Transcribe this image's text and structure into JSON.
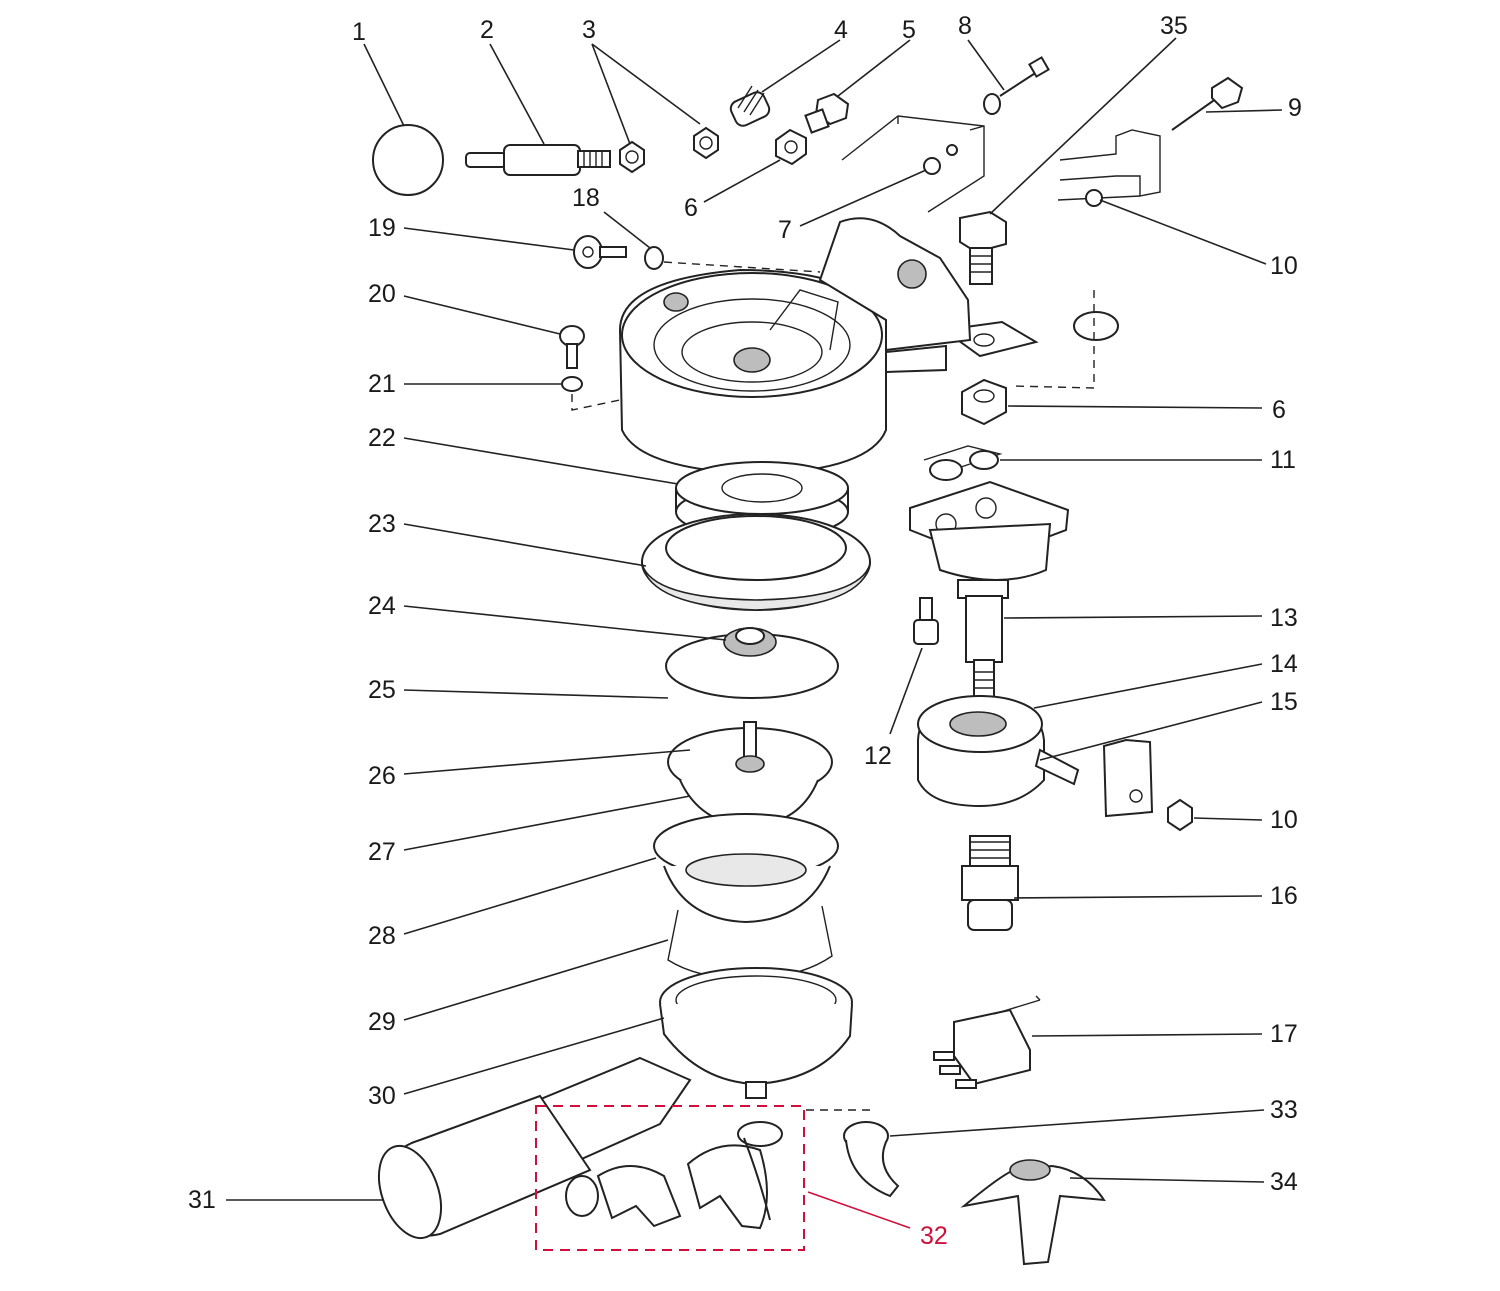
{
  "labels": [
    {
      "id": "1",
      "text": "1"
    },
    {
      "id": "2",
      "text": "2"
    },
    {
      "id": "3",
      "text": "3"
    },
    {
      "id": "4",
      "text": "4"
    },
    {
      "id": "5",
      "text": "5"
    },
    {
      "id": "6a",
      "text": "6"
    },
    {
      "id": "6b",
      "text": "6"
    },
    {
      "id": "7",
      "text": "7"
    },
    {
      "id": "8",
      "text": "8"
    },
    {
      "id": "9",
      "text": "9"
    },
    {
      "id": "10a",
      "text": "10"
    },
    {
      "id": "10b",
      "text": "10"
    },
    {
      "id": "11",
      "text": "11"
    },
    {
      "id": "12",
      "text": "12"
    },
    {
      "id": "13",
      "text": "13"
    },
    {
      "id": "14",
      "text": "14"
    },
    {
      "id": "15",
      "text": "15"
    },
    {
      "id": "16",
      "text": "16"
    },
    {
      "id": "17",
      "text": "17"
    },
    {
      "id": "18",
      "text": "18"
    },
    {
      "id": "19",
      "text": "19"
    },
    {
      "id": "20",
      "text": "20"
    },
    {
      "id": "21",
      "text": "21"
    },
    {
      "id": "22",
      "text": "22"
    },
    {
      "id": "23",
      "text": "23"
    },
    {
      "id": "24",
      "text": "24"
    },
    {
      "id": "25",
      "text": "25"
    },
    {
      "id": "26",
      "text": "26"
    },
    {
      "id": "27",
      "text": "27"
    },
    {
      "id": "28",
      "text": "28"
    },
    {
      "id": "29",
      "text": "29"
    },
    {
      "id": "30",
      "text": "30"
    },
    {
      "id": "31",
      "text": "31"
    },
    {
      "id": "32",
      "text": "32"
    },
    {
      "id": "33",
      "text": "33"
    },
    {
      "id": "34",
      "text": "34"
    },
    {
      "id": "35",
      "text": "35"
    }
  ],
  "colors": {
    "highlight": "#d0103a",
    "line": "#222222"
  }
}
